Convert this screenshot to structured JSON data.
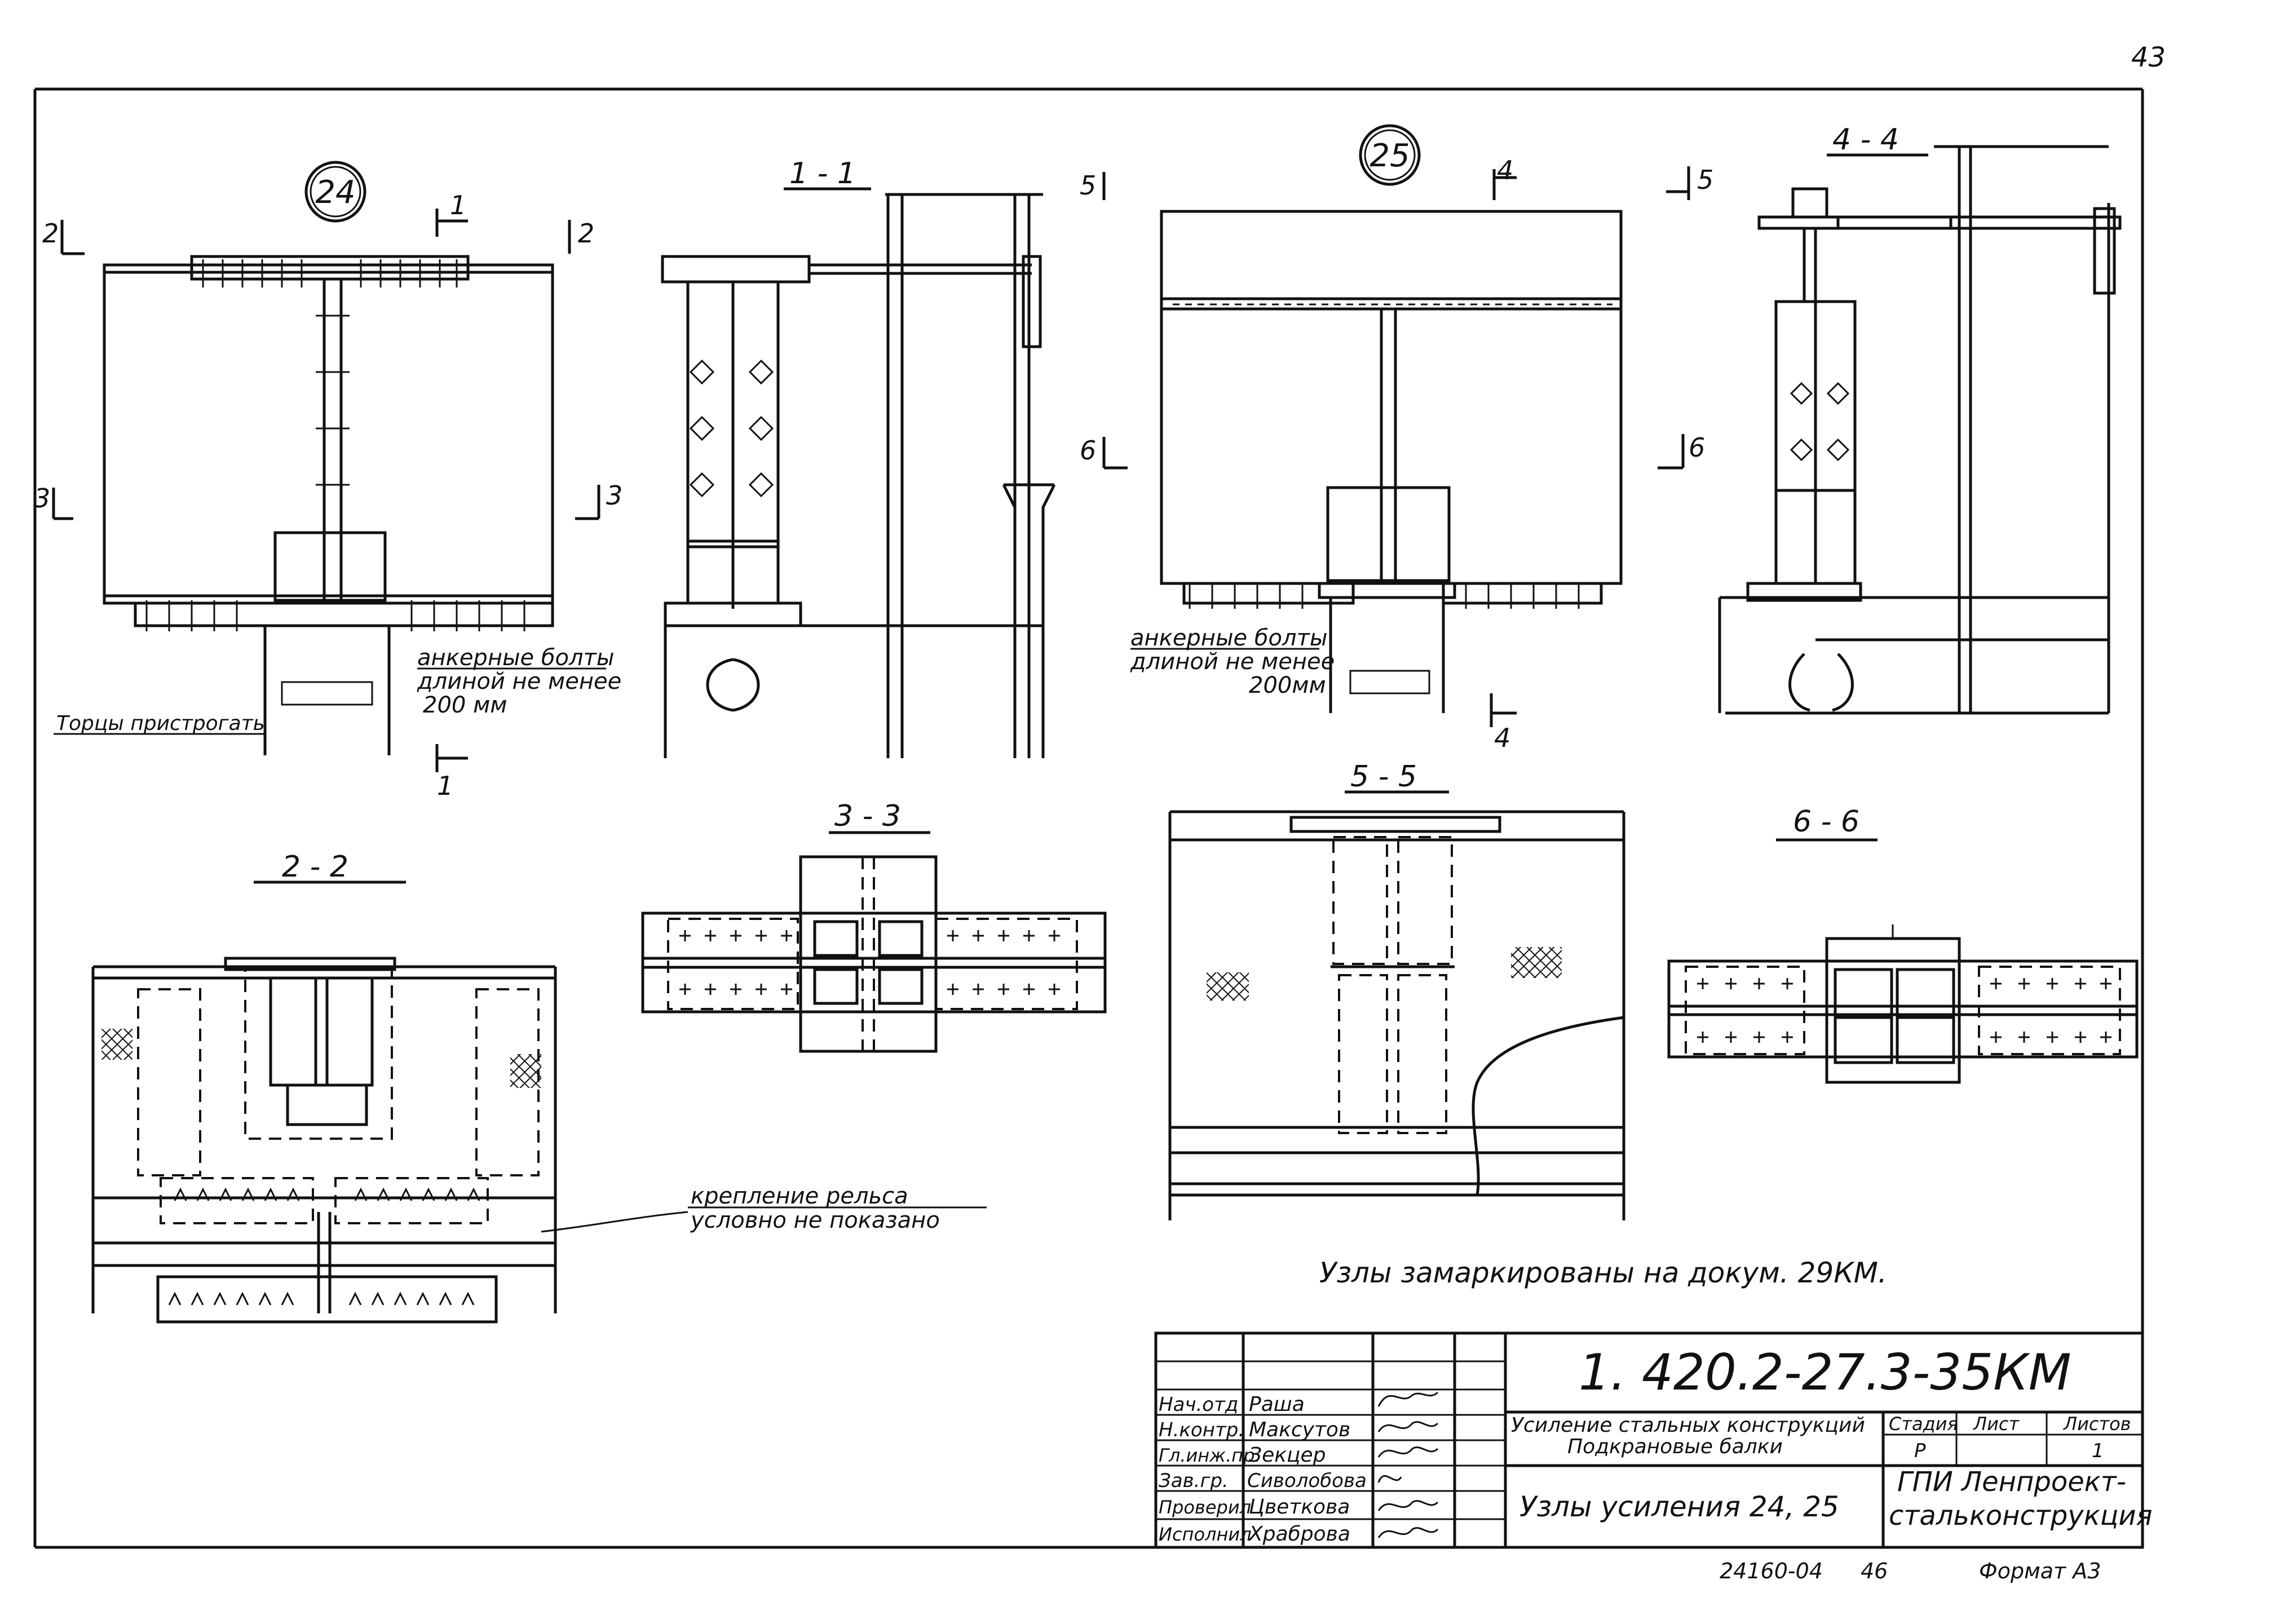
{
  "page_number": "43",
  "nodes": {
    "node24": "24",
    "node25": "25"
  },
  "sections": {
    "s11": "1 - 1",
    "s22": "2 - 2",
    "s33": "3 - 3",
    "s44": "4 - 4",
    "s55": "5 - 5",
    "s66": "6 - 6"
  },
  "cut_marks": {
    "c1": "1",
    "c2": "2",
    "c3": "3",
    "c4": "4",
    "c5": "5",
    "c6": "6"
  },
  "notes": {
    "anchor1_line1": "анкерные болты",
    "anchor1_line2": "длиной не менее",
    "anchor1_line3": "200 мм",
    "anchor2_line1": "анкерные болты",
    "anchor2_line2": "длиной не менее",
    "anchor2_line3": "200мм",
    "ends": "Торцы пристрогать",
    "rail1": "крепление рельса",
    "rail2": "условно не показано",
    "marked": "Узлы замаркированы на докум. 29КМ."
  },
  "title_block": {
    "doc_number": "1. 420.2-27.3-35КМ",
    "title1": "Усиление стальных конструкций",
    "title2": "Подкрановые балки",
    "sheet_title": "Узлы усиления 24, 25",
    "org1": "ГПИ Ленпроект-",
    "org2": "стальконструкция",
    "hdr_stage": "Стадия",
    "hdr_sheet": "Лист",
    "hdr_sheets": "Листов",
    "val_stage": "Р",
    "val_sheets": "1",
    "roles": [
      "Нач.отд",
      "Н.контр.",
      "Гл.инж.пр.",
      "Зав.гр.",
      "Проверил",
      "Исполнил"
    ],
    "names": [
      "Раша",
      "Максутов",
      "Зекцер",
      "Сиволобова",
      "Цветкова",
      "Храброва"
    ]
  },
  "footer": {
    "code": "24160-04",
    "num": "46",
    "format": "Формат А3"
  }
}
